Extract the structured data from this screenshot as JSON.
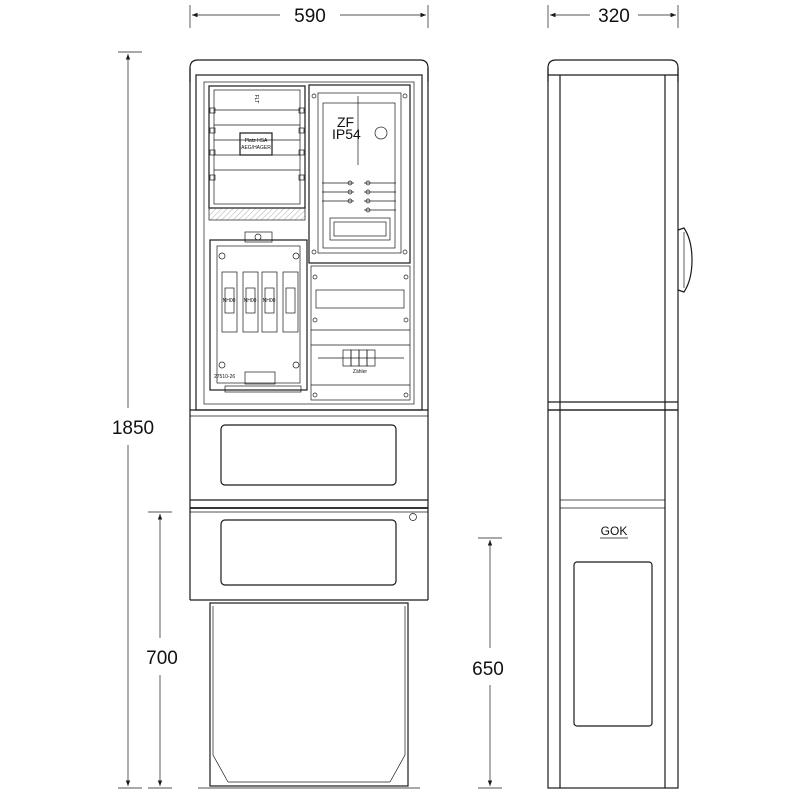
{
  "dimensions": {
    "front_width": "590",
    "side_width": "320",
    "total_height": "1850",
    "front_lower_height": "700",
    "side_lower_height": "650"
  },
  "labels": {
    "flt": "FLT",
    "platz_line1": "Platz HSA",
    "platz_line2": "AEG/HAGER",
    "zf": "ZF",
    "ip": "IP54",
    "part_number": "27510-26",
    "gok": "GOK",
    "nh00": "NH00",
    "zaehler": "Zähler"
  },
  "colors": {
    "line": "#1a1a1a",
    "background": "#ffffff"
  }
}
